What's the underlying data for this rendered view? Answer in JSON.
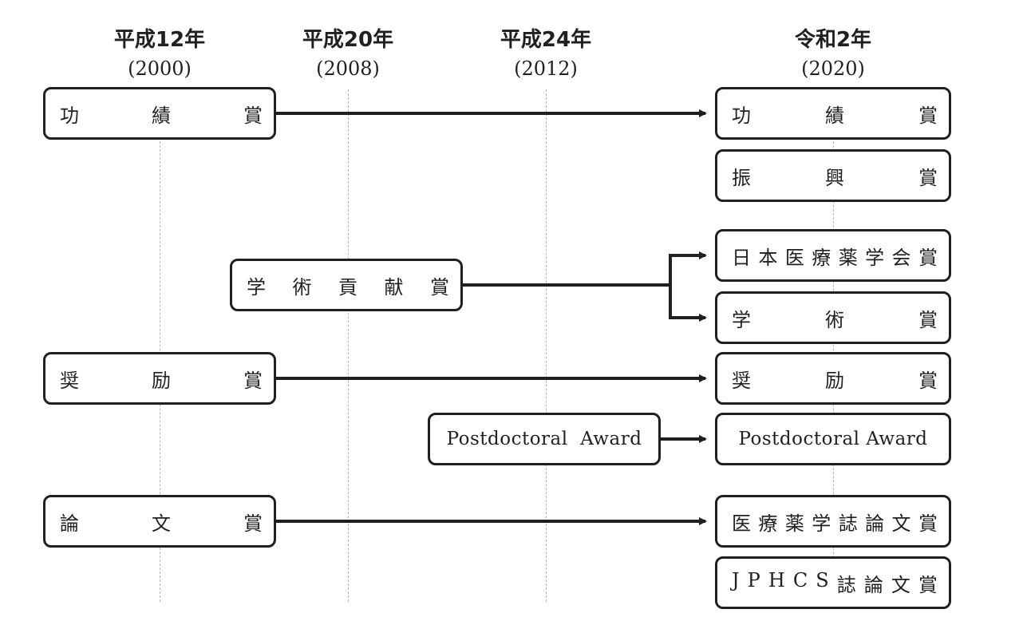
{
  "eras": [
    {
      "label": "平成12年",
      "year": "(2000)"
    },
    {
      "label": "平成20年",
      "year": "(2008)"
    },
    {
      "label": "平成24年",
      "year": "(2012)"
    },
    {
      "label": "令和2年",
      "year": "(2020)"
    }
  ],
  "old_awards": {
    "koseki": [
      "功",
      "績",
      "賞"
    ],
    "gakujutsu_koken": [
      "学",
      "術",
      "貢",
      "献",
      "賞"
    ],
    "shorei": [
      "奨",
      "励",
      "賞"
    ],
    "postdoc": "Postdoctoral  Award",
    "ronbun": [
      "論",
      "文",
      "賞"
    ]
  },
  "new_awards": {
    "koseki": [
      "功",
      "績",
      "賞"
    ],
    "shinko": [
      "振",
      "興",
      "賞"
    ],
    "society": [
      "日",
      "本",
      "医",
      "療",
      "薬",
      "学",
      "会",
      "賞"
    ],
    "gakujutsu": [
      "学",
      "術",
      "賞"
    ],
    "shorei": [
      "奨",
      "励",
      "賞"
    ],
    "postdoc": "Postdoctoral Award",
    "journal": [
      "医",
      "療",
      "薬",
      "学",
      "誌",
      "論",
      "文",
      "賞"
    ],
    "jphcs": [
      "J",
      "P",
      "H",
      "C",
      "S",
      "誌",
      "論",
      "文",
      "賞"
    ]
  }
}
